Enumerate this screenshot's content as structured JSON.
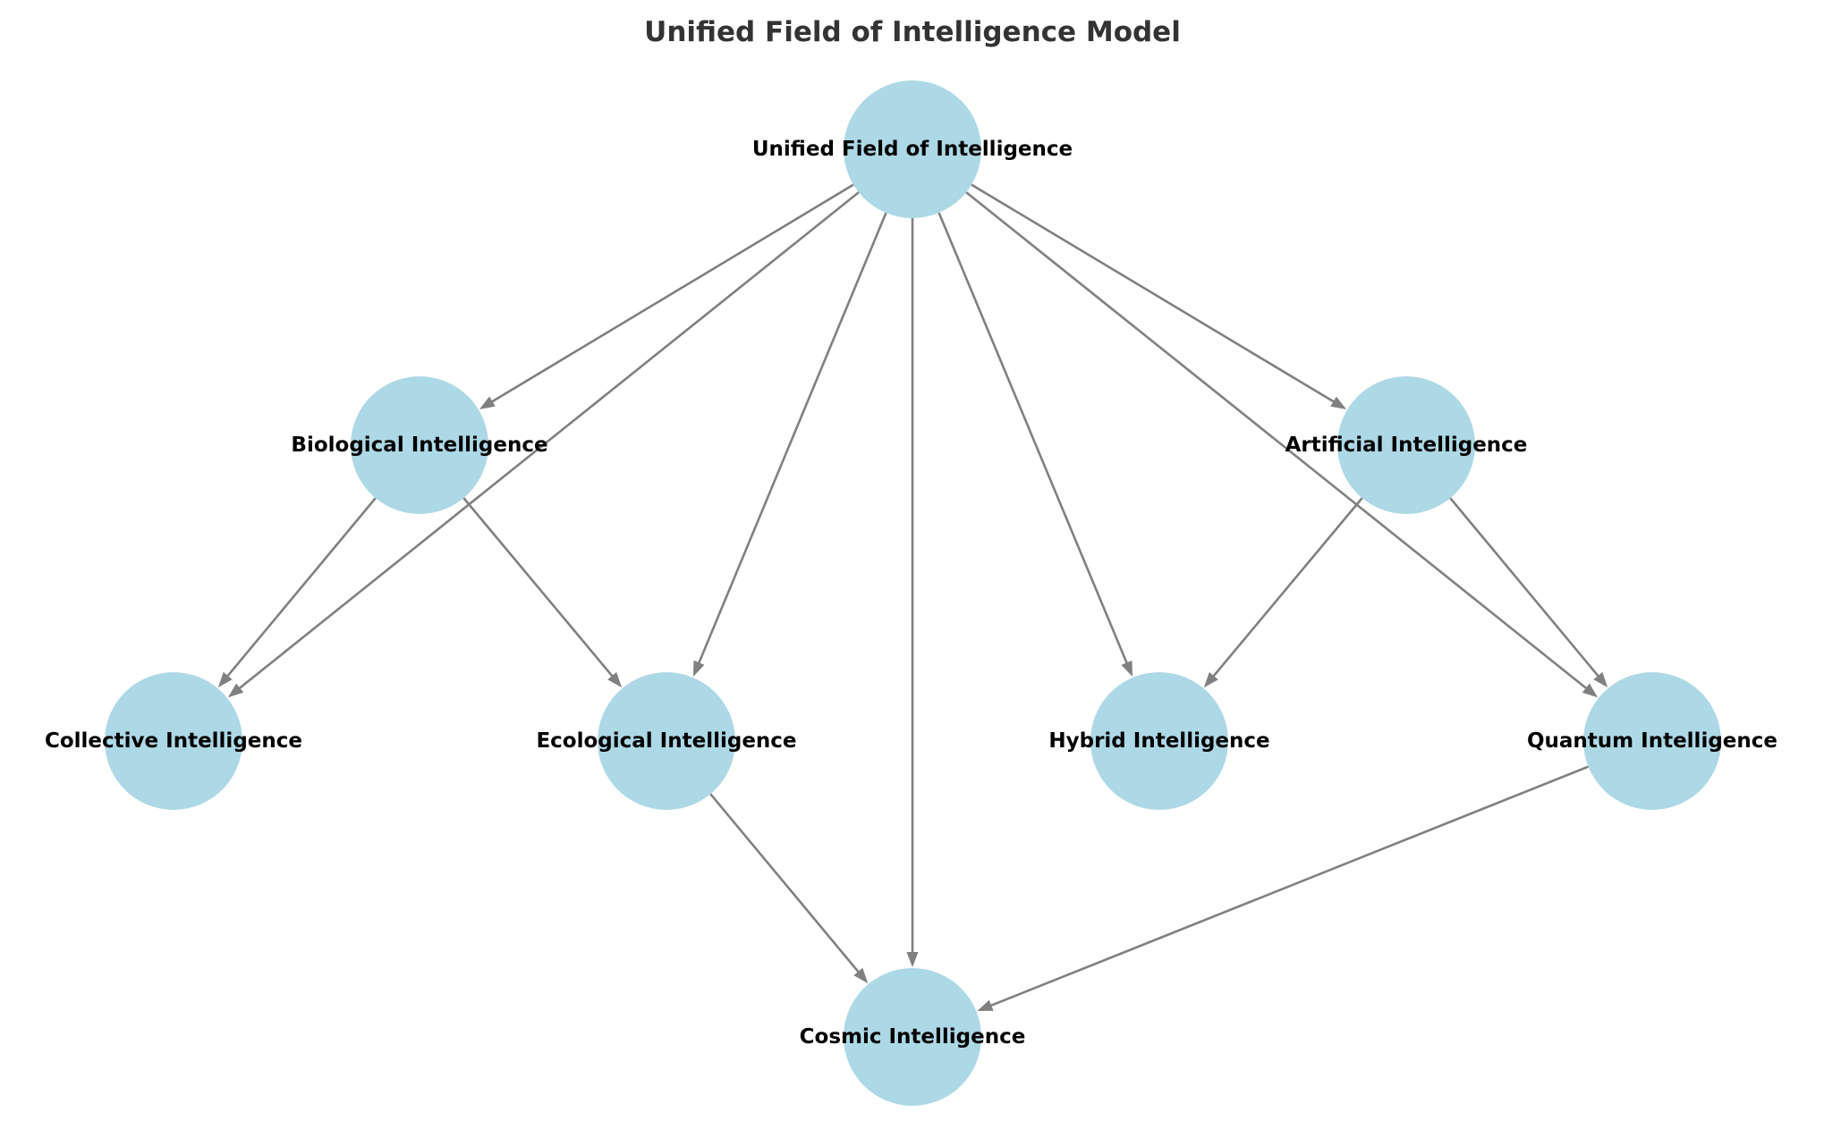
{
  "diagram": {
    "title": "Unified Field of Intelligence Model",
    "node_color": "#add8e6",
    "edge_color": "#808080",
    "title_color": "#333333",
    "nodes": [
      {
        "id": "unified",
        "label": "Unified Field of Intelligence"
      },
      {
        "id": "biological",
        "label": "Biological Intelligence"
      },
      {
        "id": "artificial",
        "label": "Artificial Intelligence"
      },
      {
        "id": "collective",
        "label": "Collective Intelligence"
      },
      {
        "id": "ecological",
        "label": "Ecological Intelligence"
      },
      {
        "id": "hybrid",
        "label": "Hybrid Intelligence"
      },
      {
        "id": "quantum",
        "label": "Quantum Intelligence"
      },
      {
        "id": "cosmic",
        "label": "Cosmic Intelligence"
      }
    ],
    "edges": [
      {
        "from": "unified",
        "to": "biological"
      },
      {
        "from": "unified",
        "to": "artificial"
      },
      {
        "from": "unified",
        "to": "collective"
      },
      {
        "from": "unified",
        "to": "ecological"
      },
      {
        "from": "unified",
        "to": "cosmic"
      },
      {
        "from": "unified",
        "to": "hybrid"
      },
      {
        "from": "unified",
        "to": "quantum"
      },
      {
        "from": "biological",
        "to": "collective"
      },
      {
        "from": "biological",
        "to": "ecological"
      },
      {
        "from": "artificial",
        "to": "hybrid"
      },
      {
        "from": "artificial",
        "to": "quantum"
      },
      {
        "from": "ecological",
        "to": "cosmic"
      },
      {
        "from": "quantum",
        "to": "cosmic"
      }
    ]
  }
}
